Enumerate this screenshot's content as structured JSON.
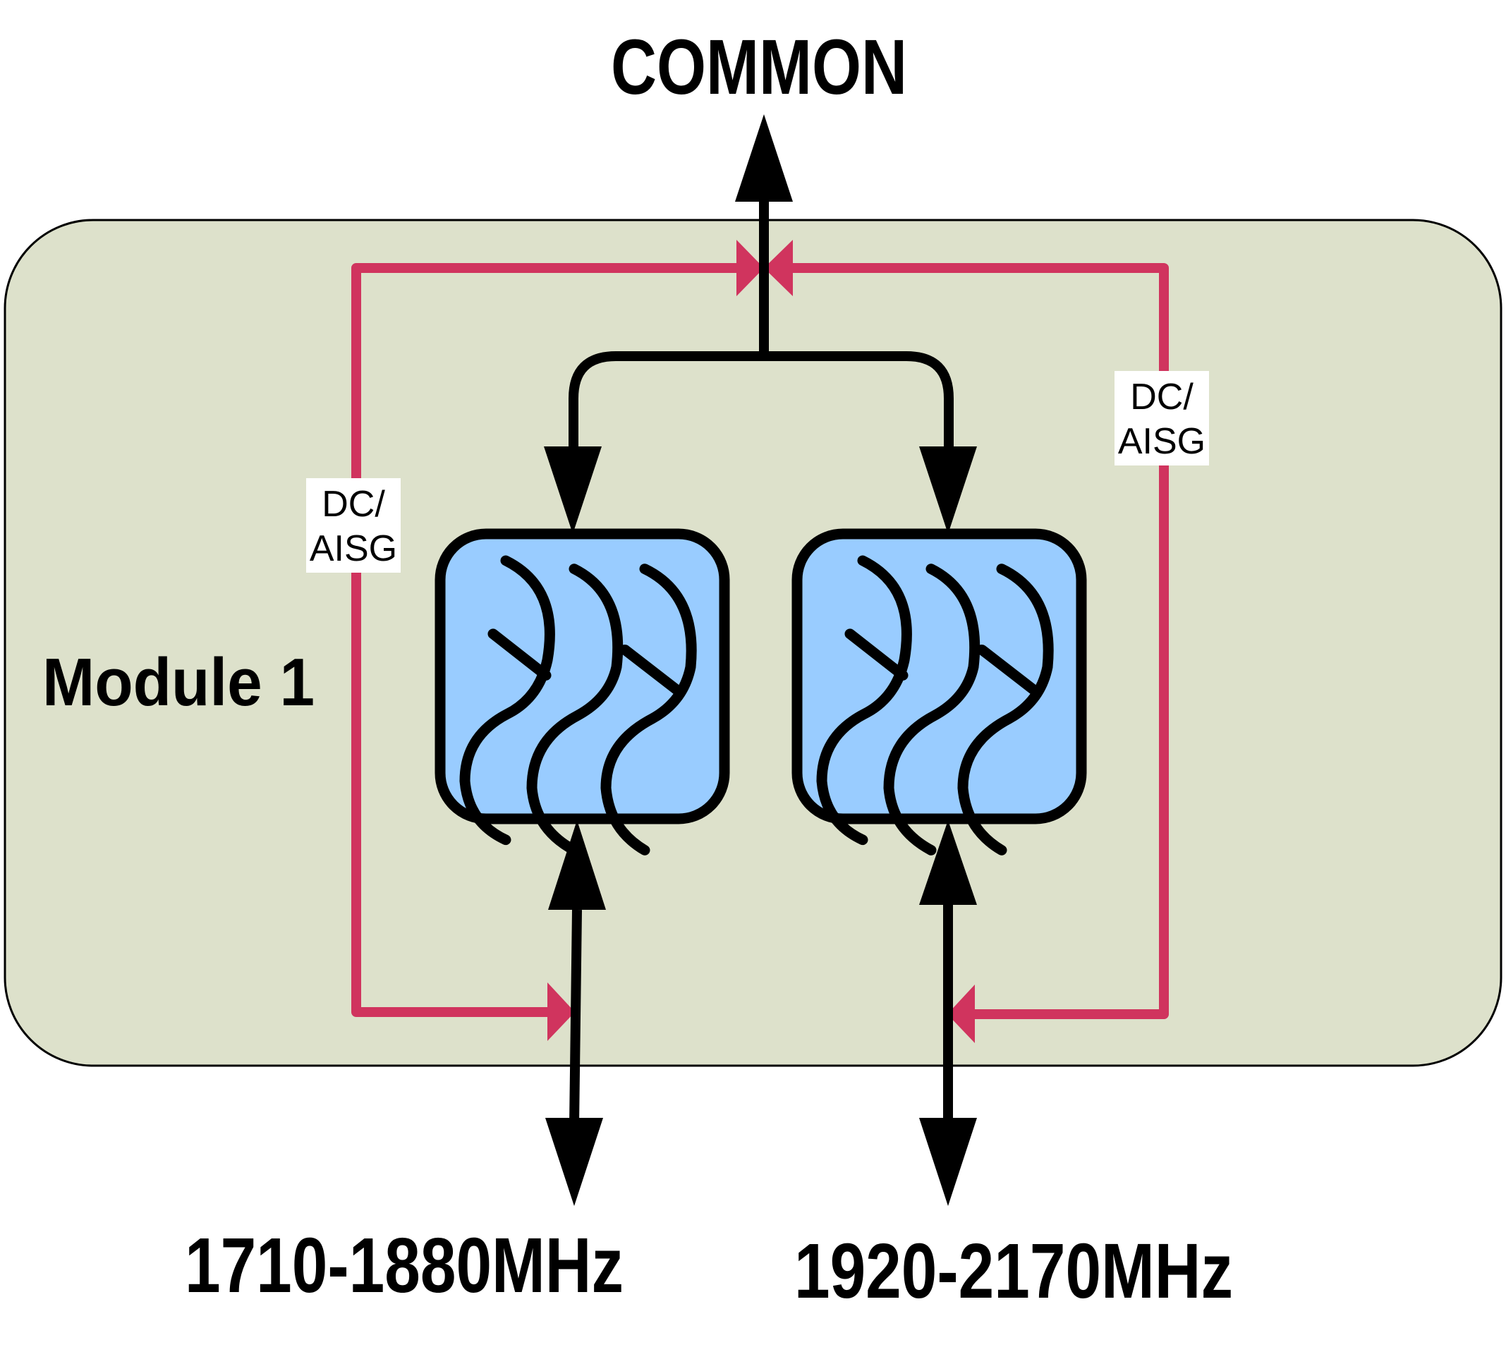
{
  "diagram": {
    "common_port_label": "COMMON",
    "module_label": "Module 1",
    "dc_aisg_left": {
      "line1": "DC/",
      "line2": "AISG"
    },
    "dc_aisg_right": {
      "line1": "DC/",
      "line2": "AISG"
    },
    "band_port_1_label": "1710-1880MHz",
    "band_port_2_label": "1920-2170MHz",
    "filters": [
      {
        "name": "bandpass-filter-1710-1880",
        "icon": "bandpass-filter-icon"
      },
      {
        "name": "bandpass-filter-1920-2170",
        "icon": "bandpass-filter-icon"
      }
    ],
    "colors": {
      "module_fill": "#dde1cb",
      "filter_fill": "#99ccff",
      "dc_path": "#d0345e",
      "rf_path": "#000000"
    }
  }
}
